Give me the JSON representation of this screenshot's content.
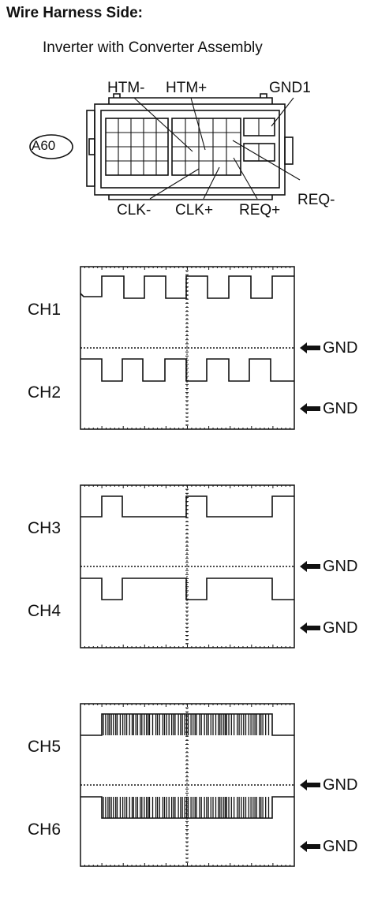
{
  "title": "Wire Harness Side:",
  "subtitle": "Inverter with Converter Assembly",
  "connector": {
    "id": "A60",
    "pins": {
      "htm_minus": "HTM-",
      "htm_plus": "HTM+",
      "gnd1": "GND1",
      "req_minus": "REQ-",
      "clk_minus": "CLK-",
      "clk_plus": "CLK+",
      "req_plus": "REQ+"
    }
  },
  "scopes": [
    {
      "upper": "CH1",
      "lower": "CH2",
      "gnd": "GND"
    },
    {
      "upper": "CH3",
      "lower": "CH4",
      "gnd": "GND"
    },
    {
      "upper": "CH5",
      "lower": "CH6",
      "gnd": "GND"
    }
  ]
}
